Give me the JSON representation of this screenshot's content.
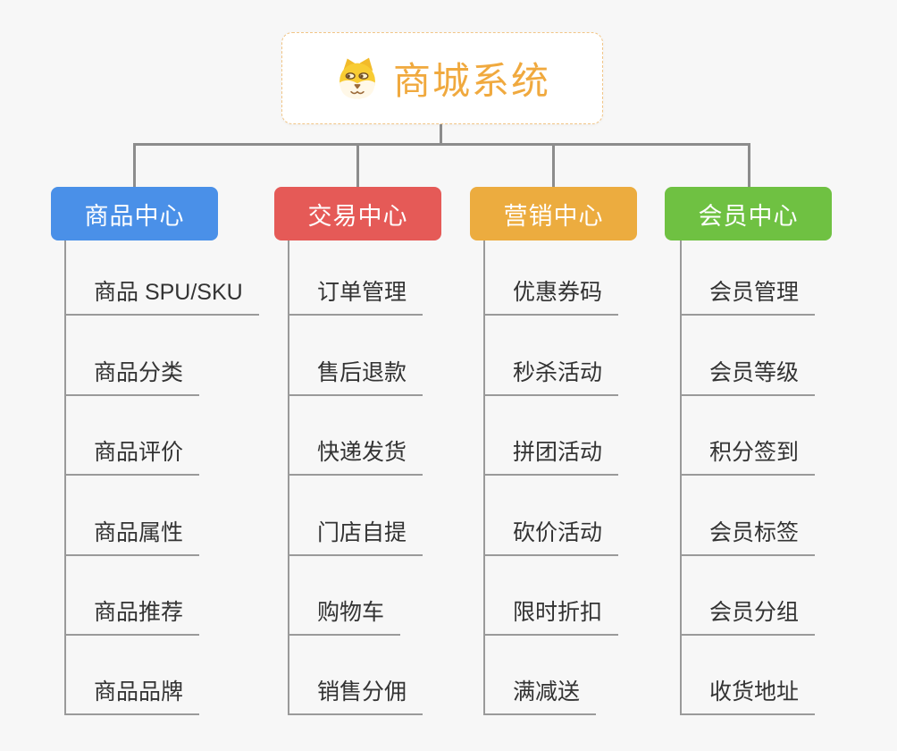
{
  "background_color": "#f7f7f7",
  "connector_color": "#8c8c8c",
  "leaf_line_color": "#9a9a9a",
  "root": {
    "title": "商城系统",
    "title_color": "#F0A93E",
    "border_color": "#f1c586",
    "icon": "dog-face-icon"
  },
  "branches": [
    {
      "label": "商品中心",
      "color": "#4A90E8",
      "items": [
        "商品 SPU/SKU",
        "商品分类",
        "商品评价",
        "商品属性",
        "商品推荐",
        "商品品牌"
      ]
    },
    {
      "label": "交易中心",
      "color": "#E55A57",
      "items": [
        "订单管理",
        "售后退款",
        "快递发货",
        "门店自提",
        "购物车",
        "销售分佣"
      ]
    },
    {
      "label": "营销中心",
      "color": "#ECAC3F",
      "items": [
        "优惠券码",
        "秒杀活动",
        "拼团活动",
        "砍价活动",
        "限时折扣",
        "满减送"
      ]
    },
    {
      "label": "会员中心",
      "color": "#6FC142",
      "items": [
        "会员管理",
        "会员等级",
        "积分签到",
        "会员标签",
        "会员分组",
        "收货地址"
      ]
    }
  ]
}
